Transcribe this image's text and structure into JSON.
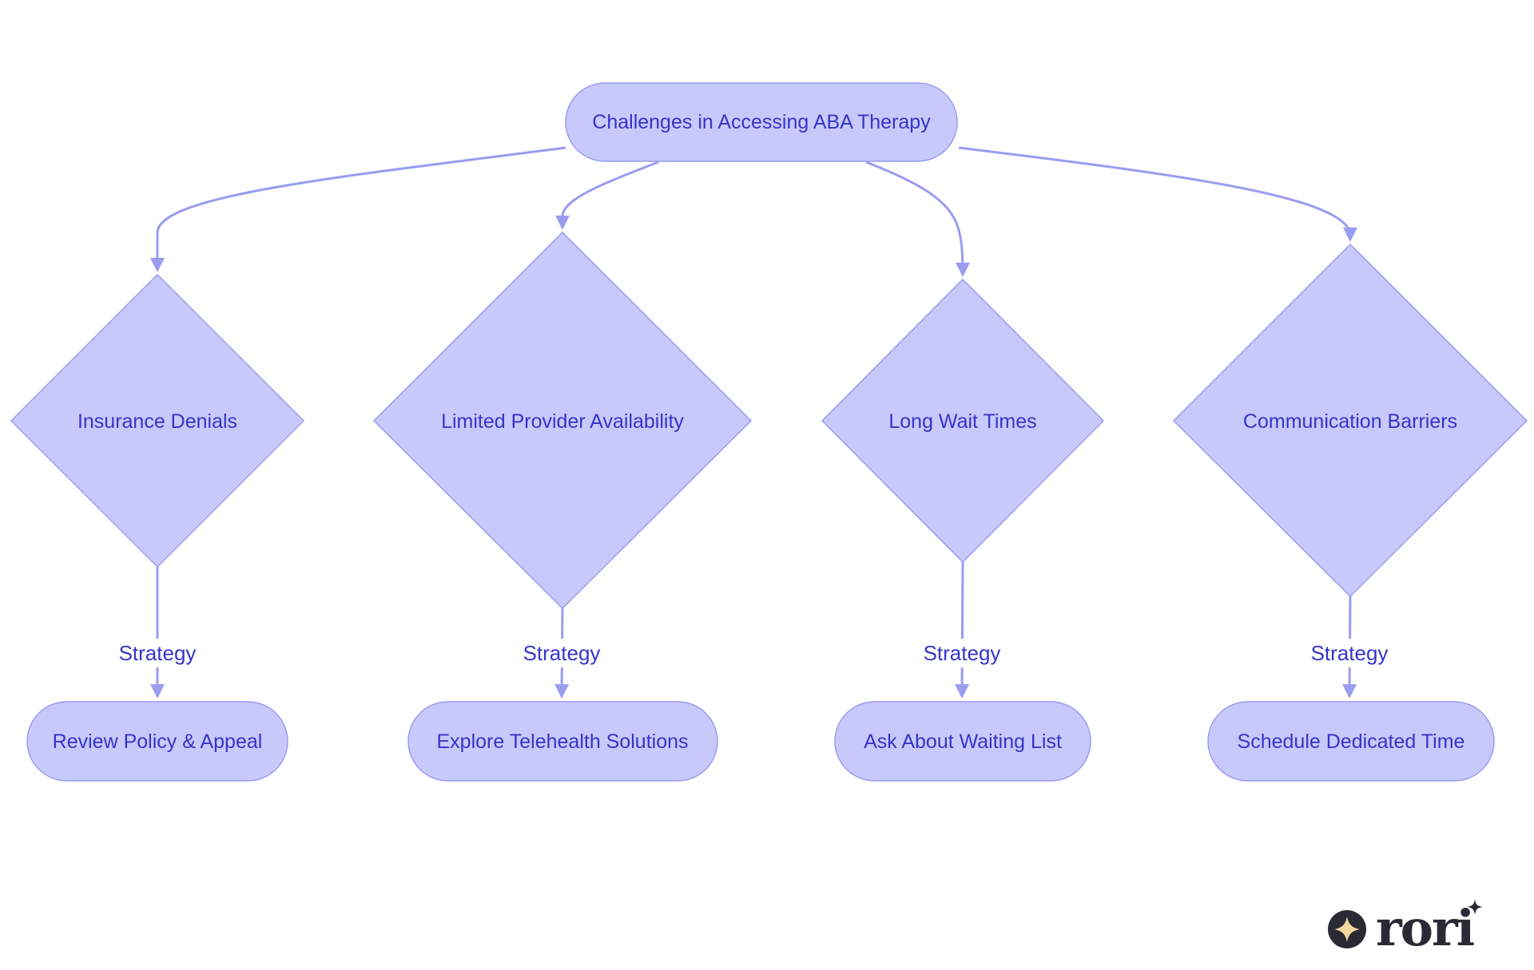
{
  "diagram": {
    "root": {
      "label": "Challenges in Accessing ABA Therapy"
    },
    "challenges": [
      {
        "label": "Insurance Denials",
        "edge_label": "Strategy",
        "strategy": "Review Policy & Appeal"
      },
      {
        "label": "Limited Provider Availability",
        "edge_label": "Strategy",
        "strategy": "Explore Telehealth Solutions"
      },
      {
        "label": "Long Wait Times",
        "edge_label": "Strategy",
        "strategy": "Ask About Waiting List"
      },
      {
        "label": "Communication Barriers",
        "edge_label": "Strategy",
        "strategy": "Schedule Dedicated Time"
      }
    ],
    "colors": {
      "node_fill": "#c8c9fb",
      "node_stroke": "#9a9cf0",
      "text": "#3535c8",
      "edge": "#9a9cf0"
    }
  },
  "logo": {
    "text": "rori",
    "icon": "sparkle-icon"
  }
}
